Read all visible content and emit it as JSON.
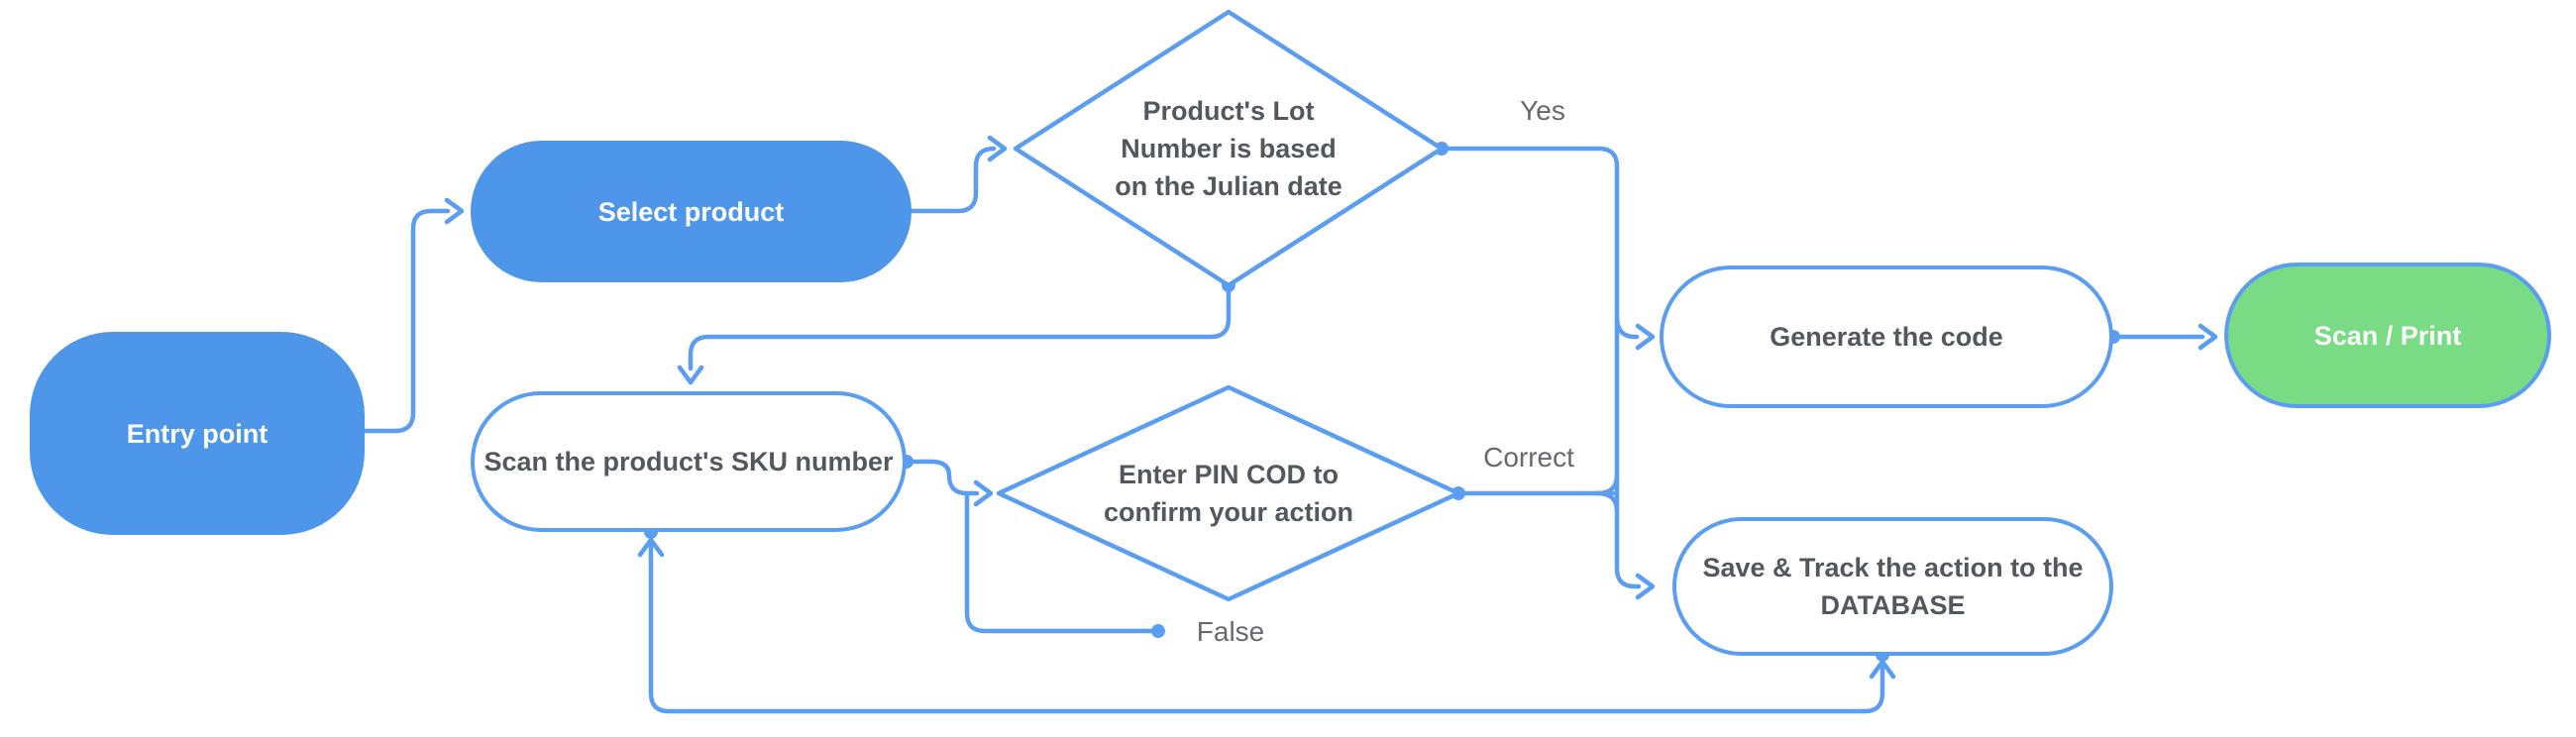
{
  "title": "Product lot code generation flowchart",
  "palette": {
    "node_blue": "#4D96EA",
    "connector_blue": "#5B9DF1",
    "node_border_blue": "#5B9DF1",
    "node_green": "#79DB83",
    "node_text_dark": "#54575D",
    "label_gray": "#66696E"
  },
  "nodes": [
    {
      "id": "entry",
      "type": "terminator",
      "label": "Entry point"
    },
    {
      "id": "select-product",
      "type": "process",
      "label": "Select product"
    },
    {
      "id": "lot-decision",
      "type": "decision",
      "label": "Product's Lot Number is based on the Julian date",
      "lines": [
        "Product's Lot",
        "Number is based",
        "on the Julian date"
      ]
    },
    {
      "id": "scan-sku",
      "type": "process",
      "label": "Scan the product's SKU number"
    },
    {
      "id": "pin-decision",
      "type": "decision",
      "label": "Enter PIN COD to confirm your action",
      "lines": [
        "Enter PIN COD to",
        "confirm your action"
      ]
    },
    {
      "id": "generate-code",
      "type": "process",
      "label": "Generate the code"
    },
    {
      "id": "scan-print",
      "type": "terminator",
      "label": "Scan / Print"
    },
    {
      "id": "save-track",
      "type": "process",
      "label": "Save & Track the action to the DATABASE",
      "lines": [
        "Save & Track the action to the",
        "DATABASE"
      ]
    }
  ],
  "edge_labels": [
    {
      "id": "yes",
      "text": "Yes"
    },
    {
      "id": "correct",
      "text": "Correct"
    },
    {
      "id": "false",
      "text": "False"
    }
  ]
}
